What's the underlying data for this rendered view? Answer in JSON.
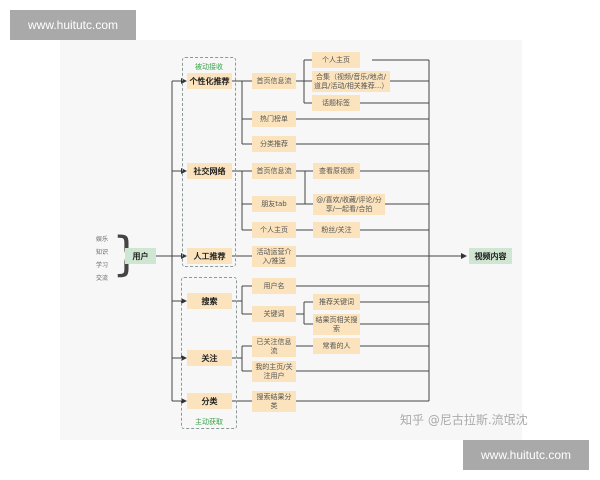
{
  "watermarks": {
    "top": "www.huitutc.com",
    "bottom": "www.huitutc.com"
  },
  "credit": "知乎 @尼古拉斯.流氓沈",
  "user_interests": [
    "娱乐",
    "知识",
    "学习",
    "交流"
  ],
  "user": "用户",
  "target": "视频内容",
  "groups": {
    "passive": "被动接收",
    "active": "主动获取"
  },
  "level1": {
    "personalized": "个性化推荐",
    "social": "社交网络",
    "manual": "人工推荐",
    "search": "搜索",
    "follow": "关注",
    "category": "分类"
  },
  "level2": {
    "home_feed_1": "首页信息流",
    "hot_list": "热门榜单",
    "category_rec": "分类推荐",
    "home_feed_2": "首页信息流",
    "friends_tab": "朋友tab",
    "profile_page": "个人主页",
    "ops_push": "活动运营介入/推送",
    "username": "用户名",
    "keyword": "关键词",
    "followed_feed": "已关注信息流",
    "my_profile": "我的主页/关注用户",
    "search_cat": "搜索结果分类"
  },
  "level3": {
    "personal_home": "个人主页",
    "collection": "合集（视频/音乐/地点/道具/活动/相关推荐...）",
    "topic_tag": "话题标签",
    "view_original": "查看原视频",
    "interactions": "@/喜欢/收藏/评论/分享/一起看/合拍",
    "fans_follow": "粉丝/关注",
    "rec_keywords": "推荐关键词",
    "related_search": "结果页相关搜索",
    "frequent_people": "常看的人"
  },
  "colors": {
    "node": "#fae3bd",
    "endpoint": "#cfe7d2",
    "group_label": "#3aa34a"
  }
}
